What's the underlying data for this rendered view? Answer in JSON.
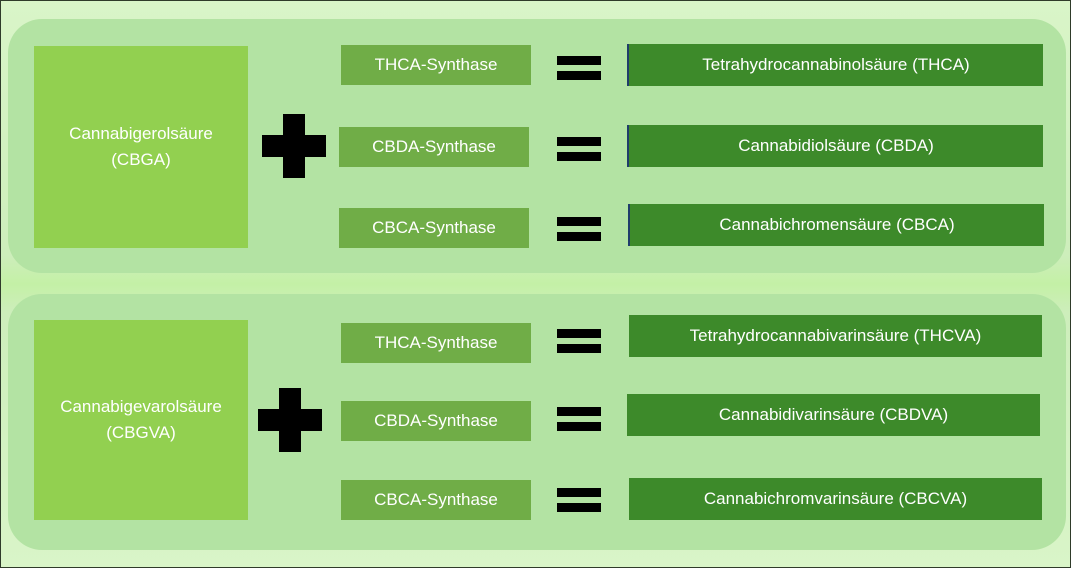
{
  "groups": [
    {
      "source": "Cannabigerolsäure\n(CBGA)",
      "rows": [
        {
          "enzyme": "THCA-Synthase",
          "product": "Tetrahydrocannabinolsäure (THCA)"
        },
        {
          "enzyme": "CBDA-Synthase",
          "product": "Cannabidiolsäure (CBDA)"
        },
        {
          "enzyme": "CBCA-Synthase",
          "product": "Cannabichromensäure (CBCA)"
        }
      ]
    },
    {
      "source": "Cannabigevarolsäure\n(CBGVA)",
      "rows": [
        {
          "enzyme": "THCA-Synthase",
          "product": "Tetrahydrocannabivarinsäure (THCVA)"
        },
        {
          "enzyme": "CBDA-Synthase",
          "product": "Cannabidivarinsäure (CBDVA)"
        },
        {
          "enzyme": "CBCA-Synthase",
          "product": "Cannabichromvarinsäure (CBCVA)"
        }
      ]
    }
  ],
  "colors": {
    "source_fill": "#92d050",
    "enzyme_fill": "#70ad47",
    "product_fill": "#3d8a2a",
    "panel_fill": "#b3e3a3"
  },
  "icons": {
    "operator_plus": "plus-icon",
    "operator_equals": "equals-icon"
  }
}
